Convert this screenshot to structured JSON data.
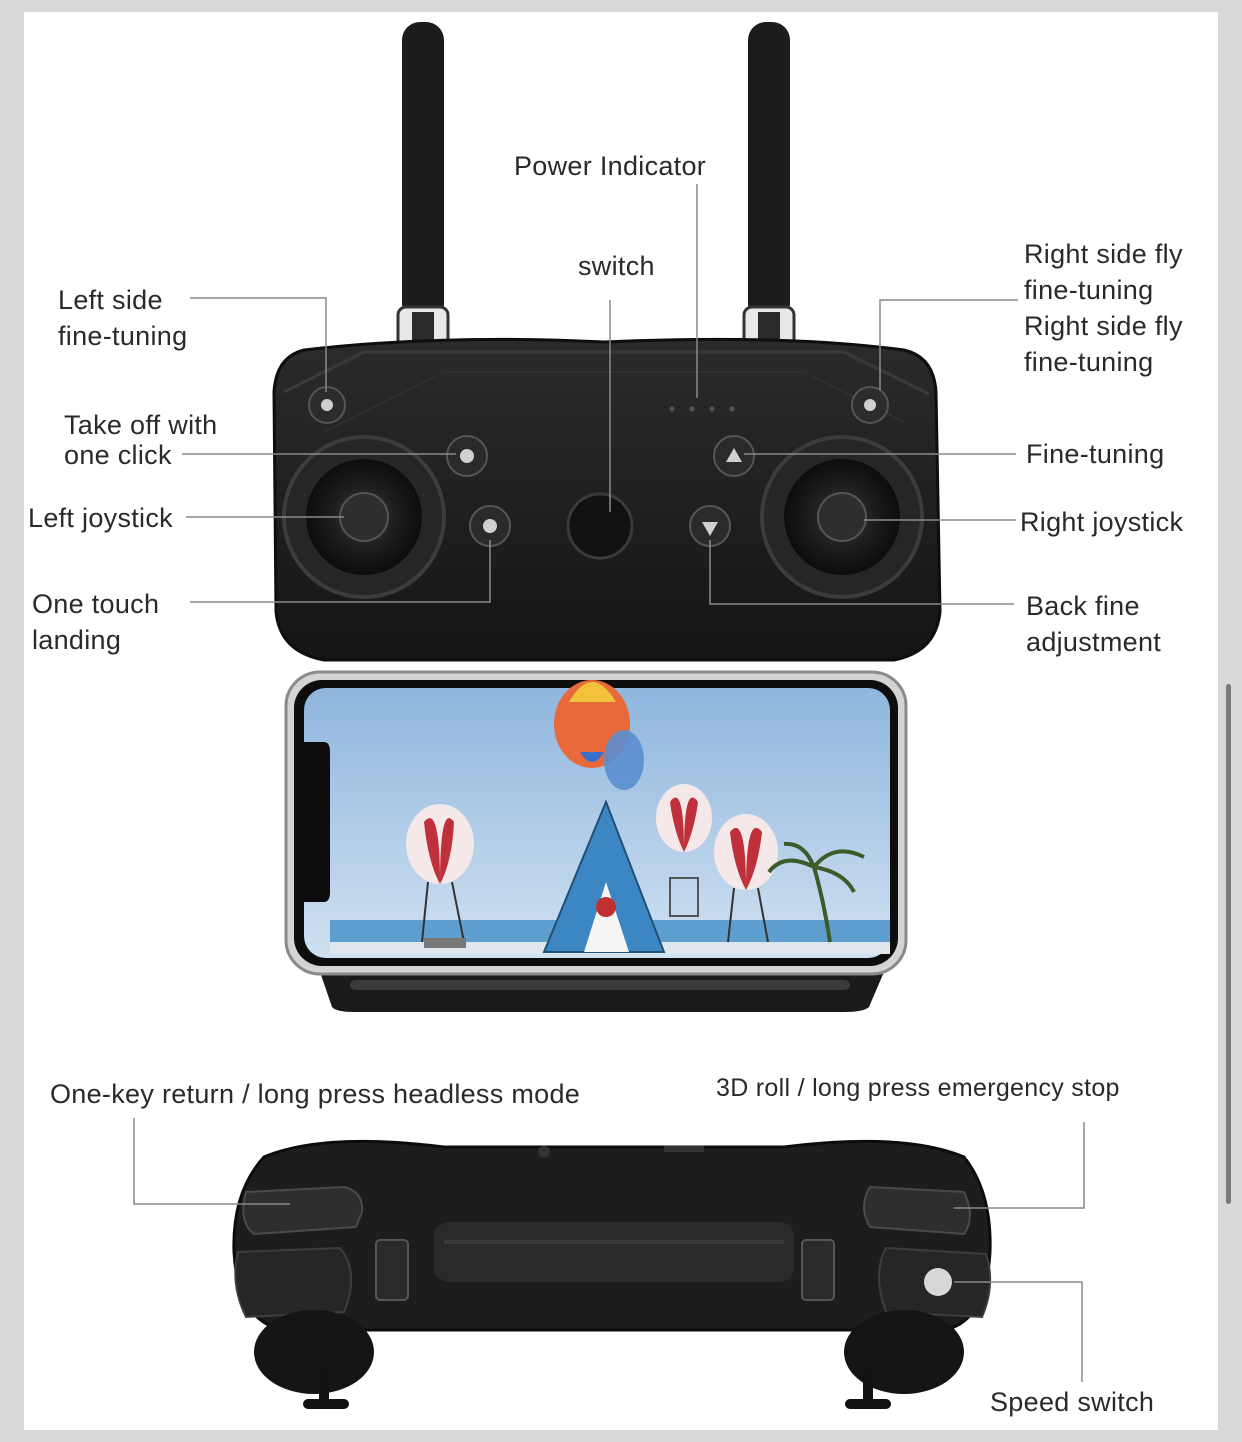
{
  "labels": {
    "power_indicator": "Power Indicator",
    "switch": "switch",
    "left_side_fine_tuning": [
      "Left side",
      "fine-tuning"
    ],
    "right_side_fly_1": [
      "Right side fly",
      "fine-tuning"
    ],
    "right_side_fly_2": [
      "Right side fly",
      "fine-tuning"
    ],
    "take_off": [
      "Take off with",
      "one click"
    ],
    "fine_tuning": "Fine-tuning",
    "left_joystick": "Left joystick",
    "right_joystick": "Right joystick",
    "one_touch_landing": [
      "One touch",
      "landing"
    ],
    "back_fine_adjustment": [
      "Back fine",
      "adjustment"
    ],
    "one_key_return": "One-key return / long press headless mode",
    "roll_3d": "3D roll / long press emergency stop",
    "speed_switch": "Speed switch"
  },
  "colors": {
    "controller_body": "#1f1f1f",
    "leader_line": "#8a8a8a",
    "sky": "#a9c8e6",
    "sea": "#5f9fcf"
  }
}
